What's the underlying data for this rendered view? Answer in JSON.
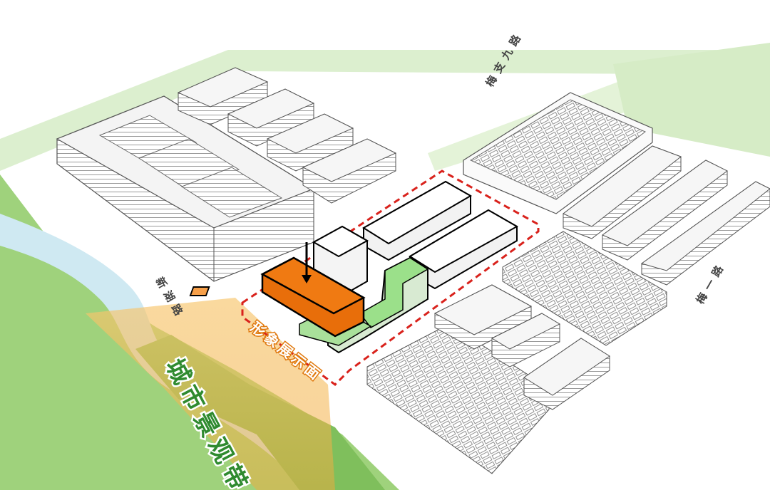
{
  "labels": {
    "road_top_right": "梅支九路",
    "road_left": "新湖路",
    "road_right": "梅一路",
    "facade": "形象展示面",
    "greenbelt": "城市景观带"
  },
  "colors": {
    "highlight_orange": "#f07a12",
    "roof_green": "#9be08a",
    "green_area": "#8cc96a",
    "road_edge_green": "#d4ecc4",
    "site_boundary_red": "#d9221c",
    "river_blue": "#cfe9f2",
    "label_green": "#2f8a2f",
    "view_cone": "#f2a93b"
  }
}
